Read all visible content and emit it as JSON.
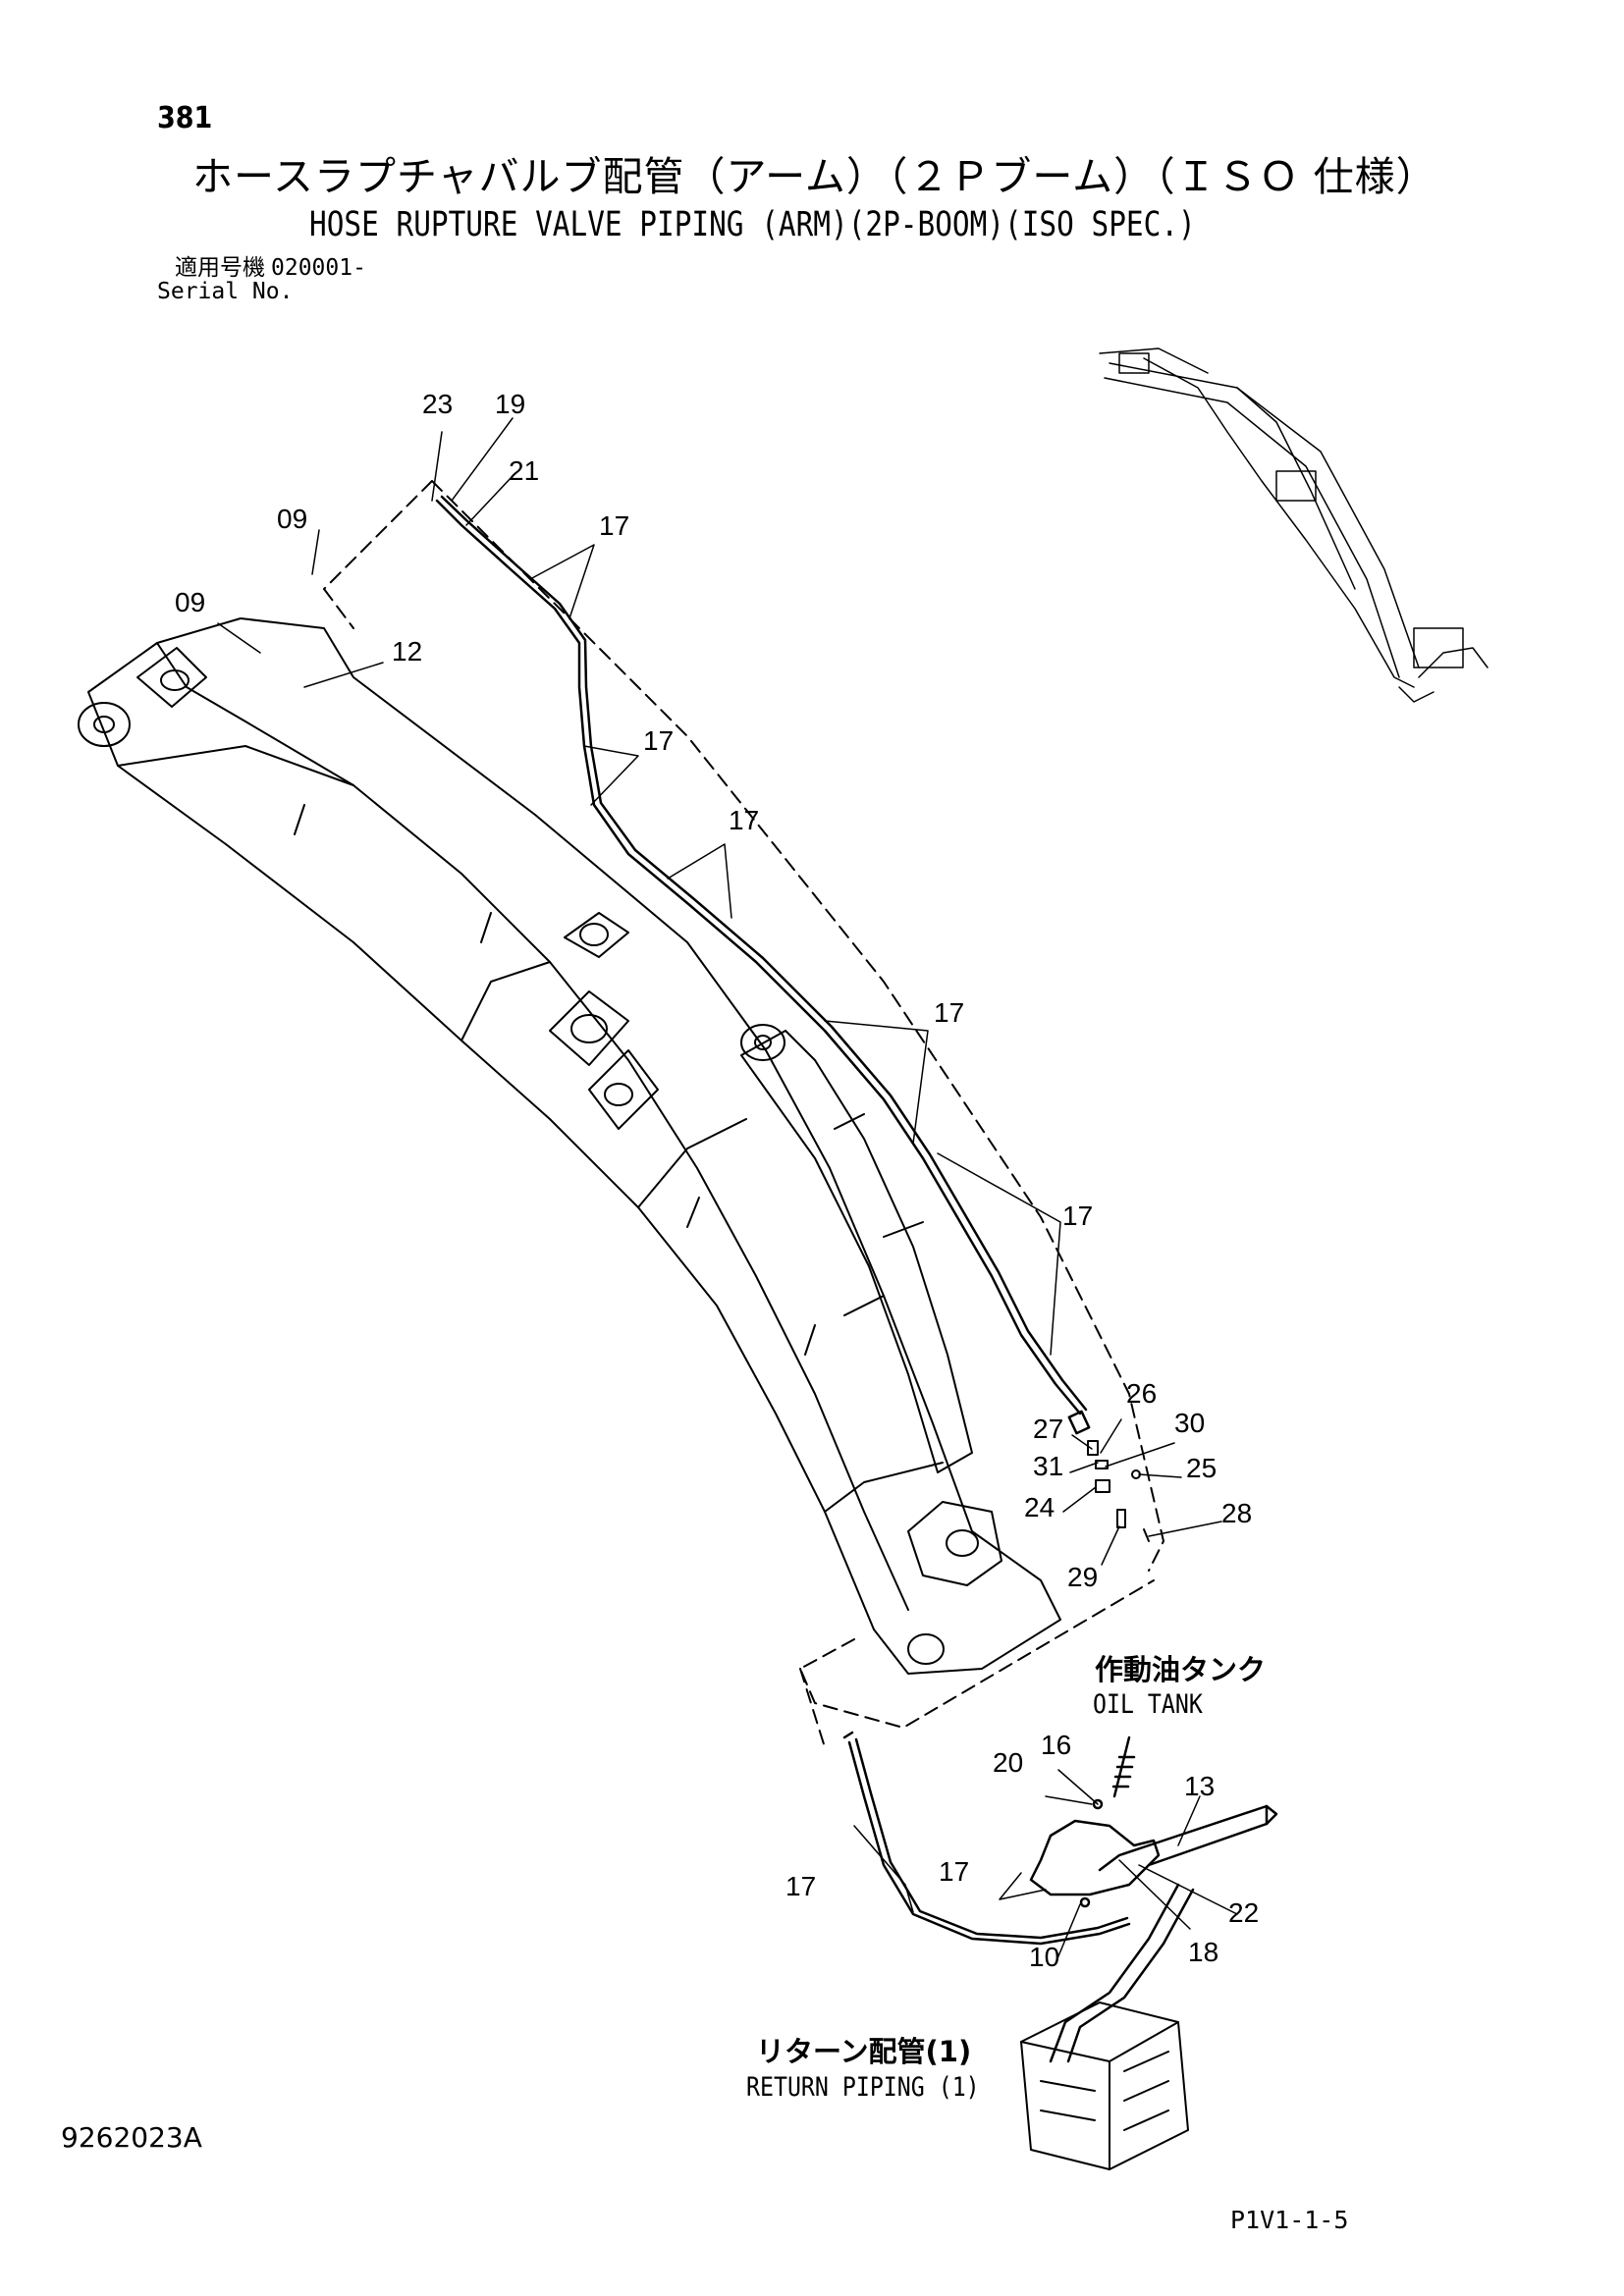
{
  "header": {
    "page_number": "381",
    "title_jp": "ホースラプチャバルブ配管（アーム）（２Ｐブーム）（ＩＳＯ 仕様）",
    "title_en": "HOSE RUPTURE VALVE PIPING (ARM)(2P-BOOM)(ISO SPEC.)",
    "serial_label_jp": "適用号機",
    "serial_value": "020001-",
    "serial_label_en": "Serial No."
  },
  "labels": {
    "oil_tank_jp": "作動油タンク",
    "oil_tank_en": "OIL TANK",
    "return_piping_jp": "リターン配管(1)",
    "return_piping_en": "RETURN PIPING (1)"
  },
  "callouts": [
    {
      "id": "c23",
      "text": "23"
    },
    {
      "id": "c19",
      "text": "19"
    },
    {
      "id": "c21",
      "text": "21"
    },
    {
      "id": "c09a",
      "text": "09"
    },
    {
      "id": "c09b",
      "text": "09"
    },
    {
      "id": "c12",
      "text": "12"
    },
    {
      "id": "c17a",
      "text": "17"
    },
    {
      "id": "c17b",
      "text": "17"
    },
    {
      "id": "c17c",
      "text": "17"
    },
    {
      "id": "c17d",
      "text": "17"
    },
    {
      "id": "c17e",
      "text": "17"
    },
    {
      "id": "c26",
      "text": "26"
    },
    {
      "id": "c27",
      "text": "27"
    },
    {
      "id": "c30",
      "text": "30"
    },
    {
      "id": "c31",
      "text": "31"
    },
    {
      "id": "c25",
      "text": "25"
    },
    {
      "id": "c24",
      "text": "24"
    },
    {
      "id": "c28",
      "text": "28"
    },
    {
      "id": "c29",
      "text": "29"
    },
    {
      "id": "c20",
      "text": "20"
    },
    {
      "id": "c16",
      "text": "16"
    },
    {
      "id": "c13",
      "text": "13"
    },
    {
      "id": "c17f",
      "text": "17"
    },
    {
      "id": "c17g",
      "text": "17"
    },
    {
      "id": "c22",
      "text": "22"
    },
    {
      "id": "c10",
      "text": "10"
    },
    {
      "id": "c18",
      "text": "18"
    }
  ],
  "footer": {
    "doc_code": "9262023A",
    "page_ref": "P1V1-1-5"
  }
}
